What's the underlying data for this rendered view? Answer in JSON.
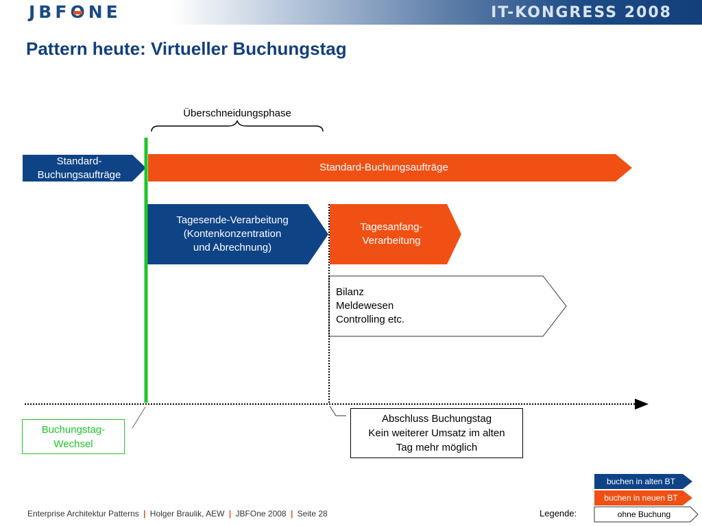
{
  "header": {
    "logo": "JBFONE",
    "event": "IT-KONGRESS 2008"
  },
  "title": "Pattern heute: Virtueller Buchungstag",
  "diagram": {
    "overlap_label": "Überschneidungsphase",
    "standard_old_line1": "Standard-",
    "standard_old_line2": "Buchungsaufträge",
    "standard_new": "Standard-Buchungsaufträge",
    "eod_line1": "Tagesende-Verarbeitung",
    "eod_line2": "(Kontenkonzentration",
    "eod_line3": "und Abrechnung)",
    "sod_line1": "Tagesanfang-",
    "sod_line2": "Verarbeitung",
    "reports_line1": "Bilanz",
    "reports_line2": "Meldewesen",
    "reports_line3": "Controlling etc.",
    "day_change_line1": "Buchungstag-",
    "day_change_line2": "Wechsel",
    "close_line1": "Abschluss Buchungstag",
    "close_line2": "Kein weiterer Umsatz im alten",
    "close_line3": "Tag mehr möglich"
  },
  "footer": {
    "part1": "Enterprise Architektur Patterns",
    "part2": "Holger Braulik, AEW",
    "part3": "JBFOne 2008",
    "part4": "Seite 28",
    "separator": "|"
  },
  "legend": {
    "label": "Legende:",
    "old_bt": "buchen in alten BT",
    "new_bt": "buchen in neuen BT",
    "none": "ohne Buchung"
  },
  "colors": {
    "blue": "#0e4386",
    "orange": "#f05014",
    "green": "#22c42a"
  }
}
